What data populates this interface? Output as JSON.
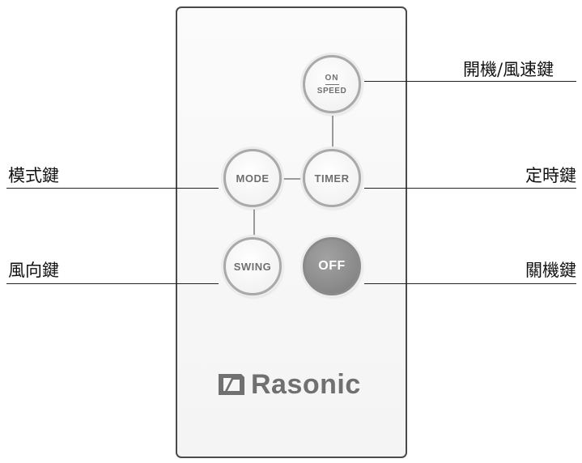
{
  "buttons": {
    "on_speed": {
      "top_label": "ON",
      "bottom_label": "SPEED"
    },
    "timer": {
      "label": "TIMER"
    },
    "mode": {
      "label": "MODE"
    },
    "swing": {
      "label": "SWING"
    },
    "off": {
      "label": "OFF"
    }
  },
  "callouts": {
    "on_speed": "開機/風速鍵",
    "timer": "定時鍵",
    "mode": "模式鍵",
    "swing": "風向鍵",
    "off": "關機鍵"
  },
  "brand": {
    "name": "Rasonic"
  },
  "colors": {
    "remote_border": "#4a4a4a",
    "button_light": "#f3f3f3",
    "button_dark": "#8c8c8c",
    "button_text": "#6f6f6f",
    "brand_text": "#707070",
    "callout_line": "#222222"
  },
  "icons": {
    "brand_logo": "rasonic-logo-icon"
  }
}
